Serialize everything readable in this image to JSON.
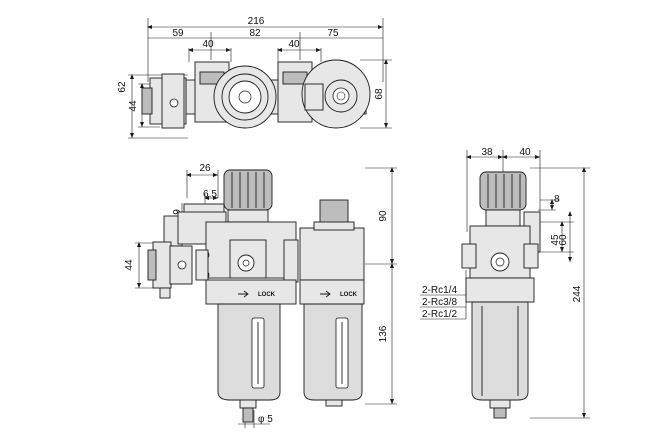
{
  "top_view": {
    "dims": {
      "overall": "216",
      "left": "59",
      "middle": "82",
      "right": "75",
      "port_left": "40",
      "port_right": "40",
      "height_small": "44",
      "height_large": "62",
      "height_right": "68"
    }
  },
  "front_view": {
    "dims": {
      "offset": "26",
      "bracket": "6.5",
      "plate": "9",
      "gauge_height": "44",
      "upper": "90",
      "lower": "136",
      "drain": "φ 5"
    },
    "lock_labels": [
      "LOCK",
      "LOCK"
    ]
  },
  "side_view": {
    "dims": {
      "left": "38",
      "right": "40",
      "small": "8",
      "mid": "45",
      "mount": "60",
      "total": "244"
    },
    "ports": [
      "2-Rc1/4",
      "2-Rc3/8",
      "2-Rc1/2"
    ]
  }
}
